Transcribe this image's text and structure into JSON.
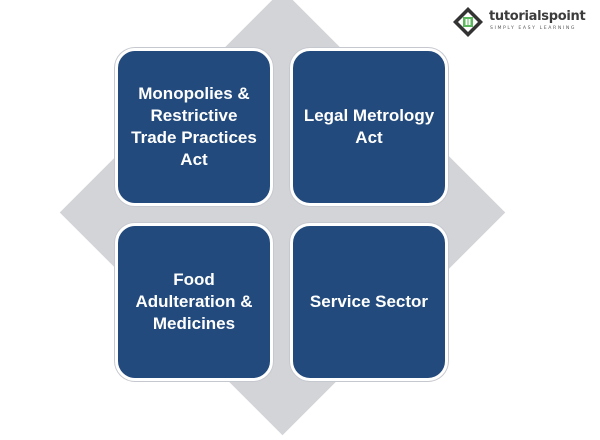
{
  "diagram": {
    "tiles": [
      {
        "label": "Monopolies & Restrictive Trade Practices Act"
      },
      {
        "label": "Legal Metrology Act"
      },
      {
        "label": "Food Adulteration & Medicines"
      },
      {
        "label": "Service Sector"
      }
    ]
  },
  "logo": {
    "name": "tutorialspoint",
    "tagline": "SIMPLY EASY LEARNING",
    "colors": {
      "icon_dark": "#333333",
      "icon_green": "#5cb85c"
    }
  },
  "colors": {
    "tile_fill": "#224a7c",
    "diamond_fill": "#d3d4d8",
    "text": "#ffffff"
  }
}
